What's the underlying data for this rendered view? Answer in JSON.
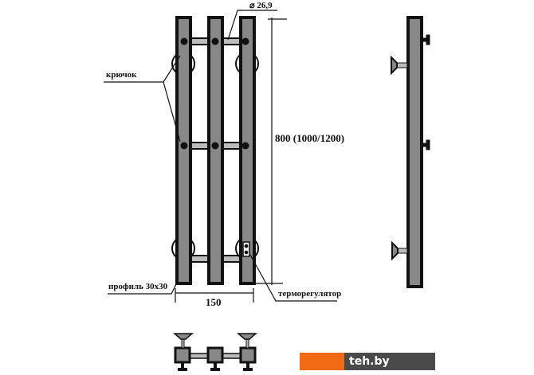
{
  "labels": {
    "diameter": "⌀ 26,9",
    "height": "800 (1000/1200)",
    "hook": "крючок",
    "profile": "профиль 30х30",
    "width": "150",
    "thermostat": "терморегулятор"
  },
  "watermark": "teh.by",
  "colors": {
    "bar_fill": "#808080",
    "outline": "#111111",
    "brand": "#f26a14"
  }
}
